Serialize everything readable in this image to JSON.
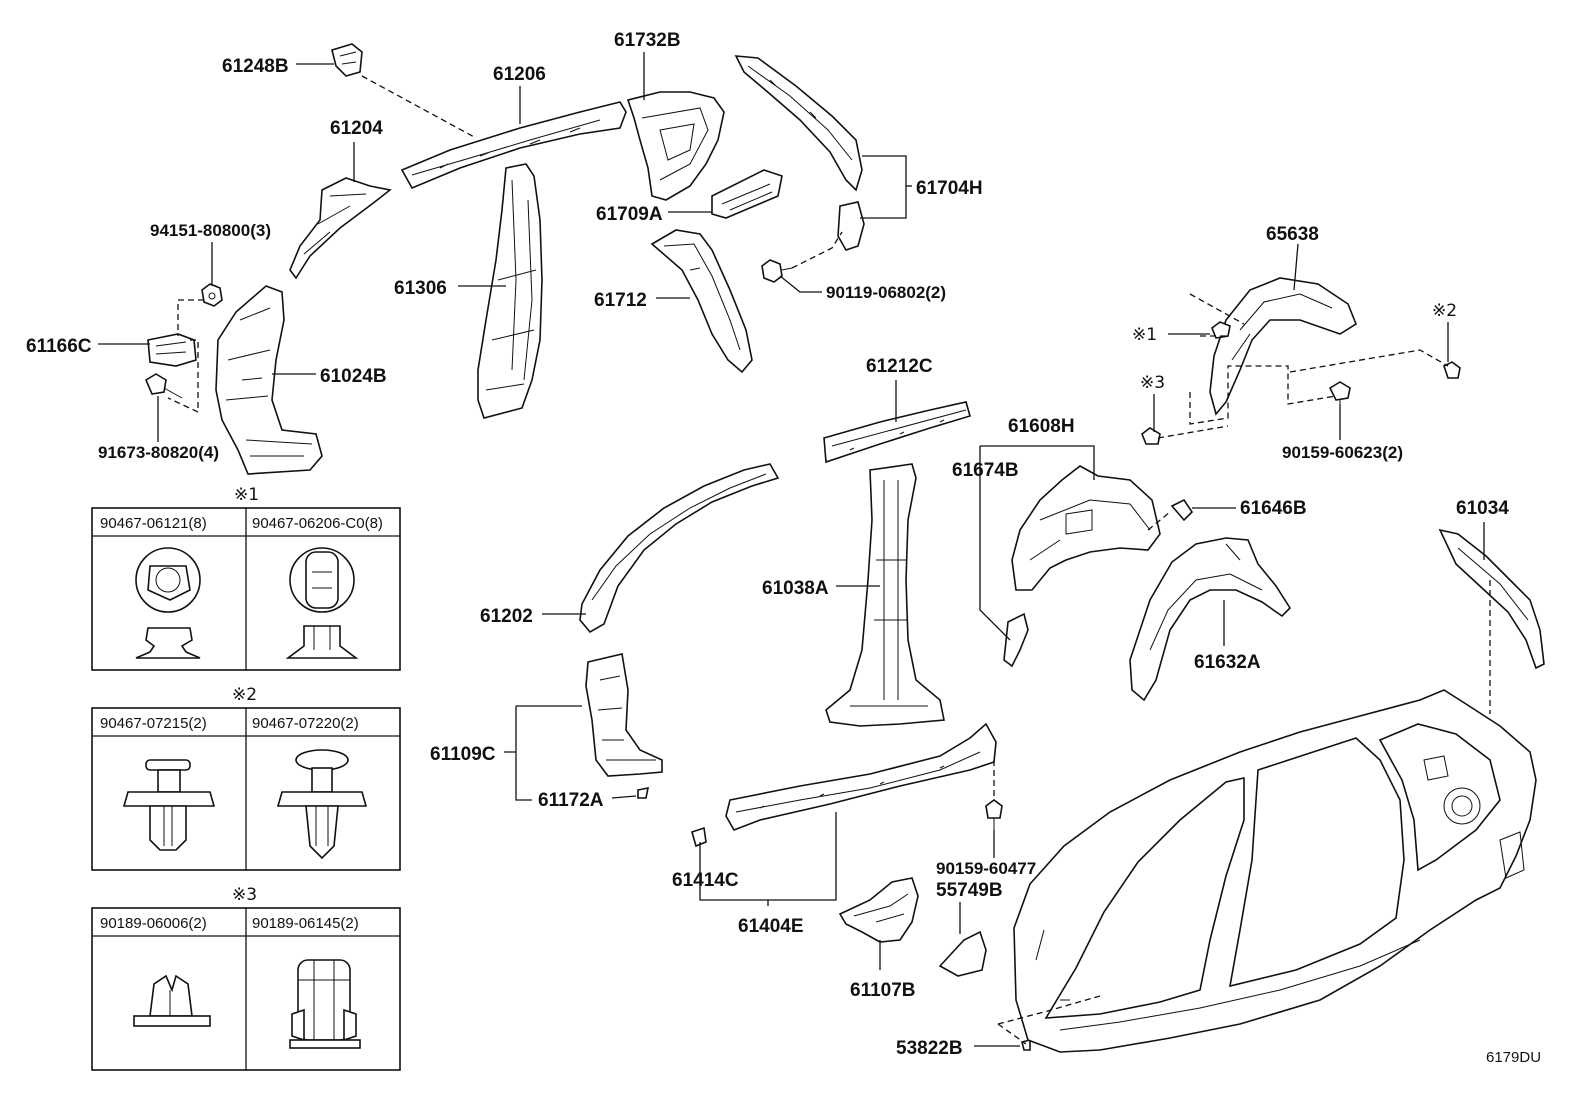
{
  "labels": {
    "p61248B": "61248B",
    "p61206": "61206",
    "p61732B": "61732B",
    "p61204": "61204",
    "p61709A": "61709A",
    "p61704H": "61704H",
    "p94151": "94151-80800(3)",
    "p61306": "61306",
    "p61712": "61712",
    "p90119": "90119-06802(2)",
    "p61166C": "61166C",
    "p61024B": "61024B",
    "p91673": "91673-80820(4)",
    "p65638": "65638",
    "p61212C": "61212C",
    "p61608H": "61608H",
    "p61674B": "61674B",
    "p90159a": "90159-60623(2)",
    "p61646B": "61646B",
    "p61034": "61034",
    "p61202": "61202",
    "p61038A": "61038A",
    "p61632A": "61632A",
    "p61109C": "61109C",
    "p61172A": "61172A",
    "p61414C": "61414C",
    "p61404E": "61404E",
    "p90159b": "90159-60477",
    "p55749B": "55749B",
    "p61107B": "61107B",
    "p53822B": "53822B"
  },
  "marks": {
    "m1": "※1",
    "m2": "※2",
    "m3": "※3",
    "tag1": "※1",
    "tag2": "※2",
    "tag3": "※3"
  },
  "tables": {
    "t1": {
      "left": "90467-06121(8)",
      "right": "90467-06206-C0(8)"
    },
    "t2": {
      "left": "90467-07215(2)",
      "right": "90467-07220(2)"
    },
    "t3": {
      "left": "90189-06006(2)",
      "right": "90189-06145(2)"
    }
  },
  "figure_code": "6179DU"
}
